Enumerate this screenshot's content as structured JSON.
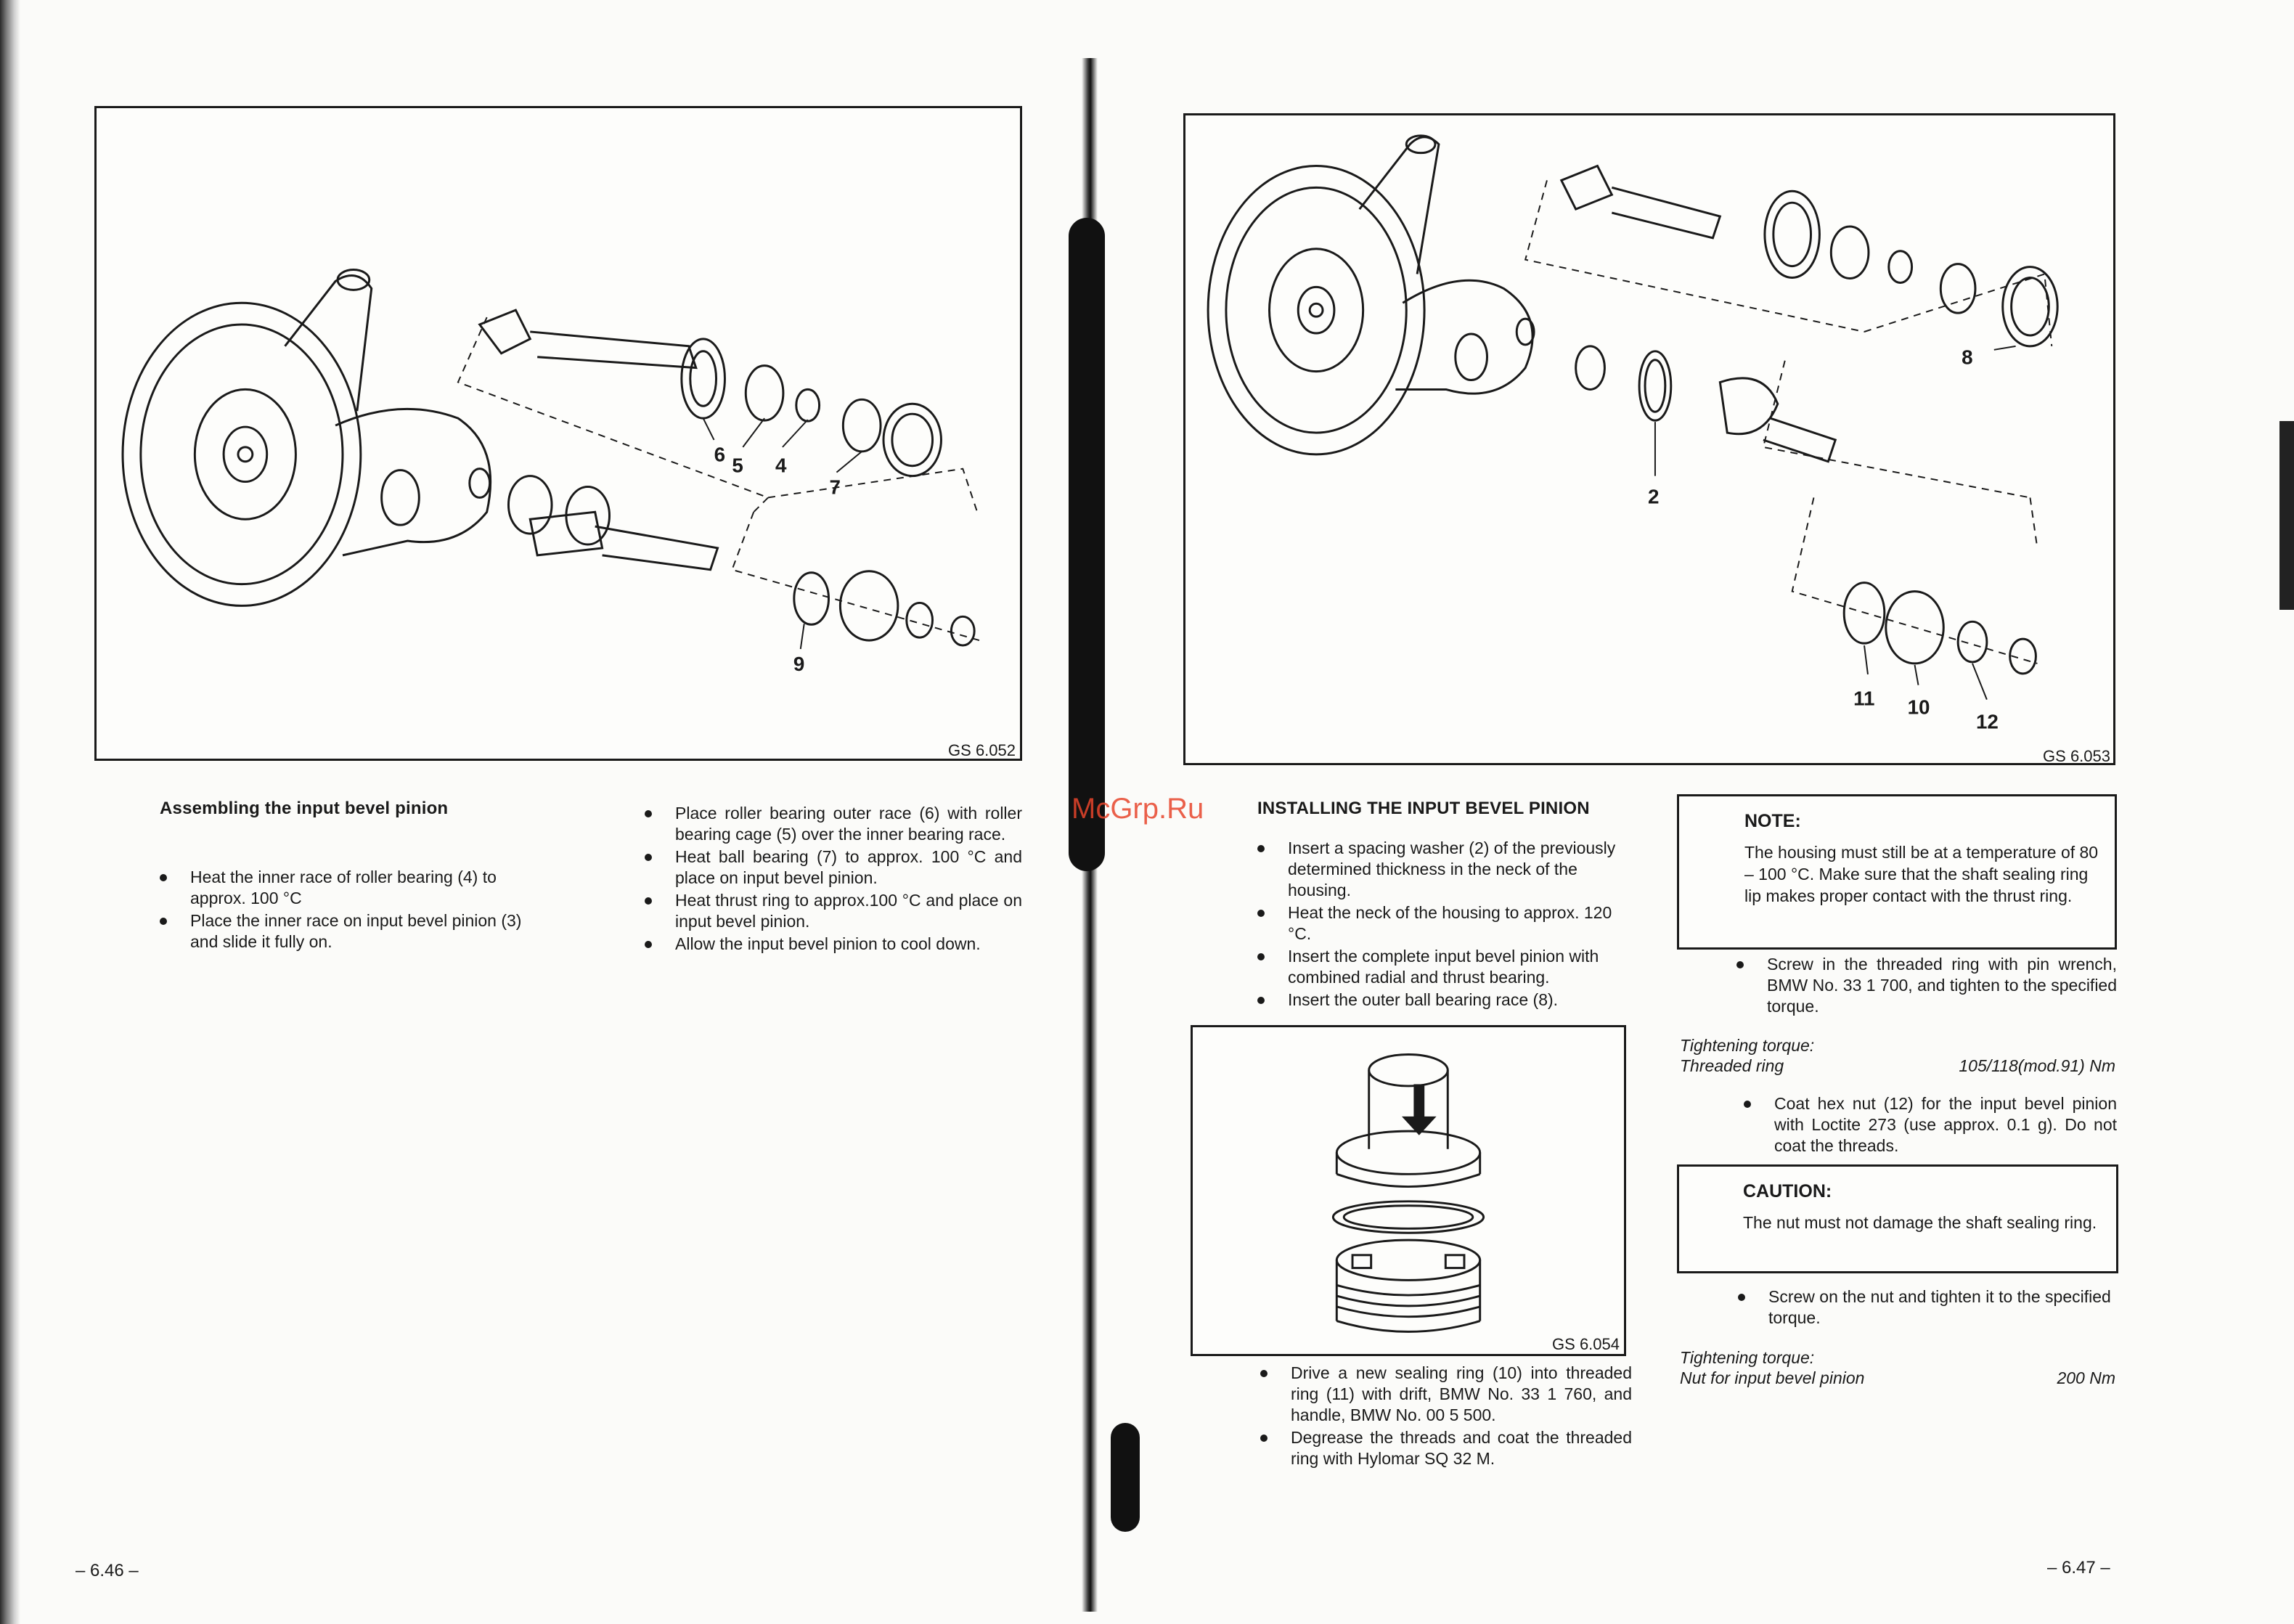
{
  "left_page": {
    "figure": {
      "label": "GS 6.052",
      "callouts": [
        "6",
        "5",
        "4",
        "7",
        "9"
      ]
    },
    "heading": "Assembling the input bevel pinion",
    "col1_bullets": [
      "Heat the inner race of roller bearing (4) to approx. 100 °C",
      "Place the inner race on input bevel pinion (3) and slide it fully on."
    ],
    "col2_bullets": [
      "Place roller bearing outer race (6) with roller bearing cage (5) over the inner bearing race.",
      "Heat ball bearing (7) to approx. 100 °C and place on input bevel pinion.",
      "Heat thrust ring to approx.100 °C and place on input bevel pinion.",
      "Allow the input bevel pinion to cool down."
    ],
    "page_number": "– 6.46 –"
  },
  "right_page": {
    "figure_top": {
      "label": "GS 6.053",
      "callouts": [
        "8",
        "2",
        "11",
        "10",
        "12"
      ]
    },
    "heading": "INSTALLING THE INPUT BEVEL PINION",
    "bullets_a": [
      "Insert a spacing washer (2) of the previously determined thickness in the neck of the housing.",
      "Heat the neck of the housing to approx. 120 °C.",
      "Insert the complete input bevel pinion with combined radial and thrust bearing.",
      "Insert the outer ball bearing race (8)."
    ],
    "figure_small": {
      "label": "GS 6.054"
    },
    "bullets_b": [
      "Drive a new sealing ring (10) into threaded ring (11) with drift, BMW No. 33 1 760, and handle, BMW No. 00 5 500.",
      "Degrease the threads and coat the threaded ring with Hylomar SQ 32 M."
    ],
    "note": {
      "title": "NOTE:",
      "text": "The housing must still be at a temperature of 80 – 100 °C. Make sure that the shaft sealing ring lip makes proper contact with the thrust ring."
    },
    "bullets_c": [
      "Screw in the threaded ring with pin wrench, BMW No. 33 1 700, and tighten to the specified torque."
    ],
    "torque1": {
      "label": "Tightening torque:",
      "item": "Threaded ring",
      "value": "105/118(mod.91) Nm"
    },
    "bullets_d": [
      "Coat hex nut (12) for the input bevel pinion with Loctite 273 (use approx. 0.1 g). Do not coat the threads."
    ],
    "caution": {
      "title": "CAUTION:",
      "text": "The nut must not damage the shaft sealing ring."
    },
    "bullets_e": [
      "Screw on the nut and tighten it to the specified torque."
    ],
    "torque2": {
      "label": "Tightening torque:",
      "item": "Nut for input bevel pinion",
      "value": "200 Nm"
    },
    "page_number": "– 6.47 –"
  },
  "watermark": "McGrp.Ru"
}
